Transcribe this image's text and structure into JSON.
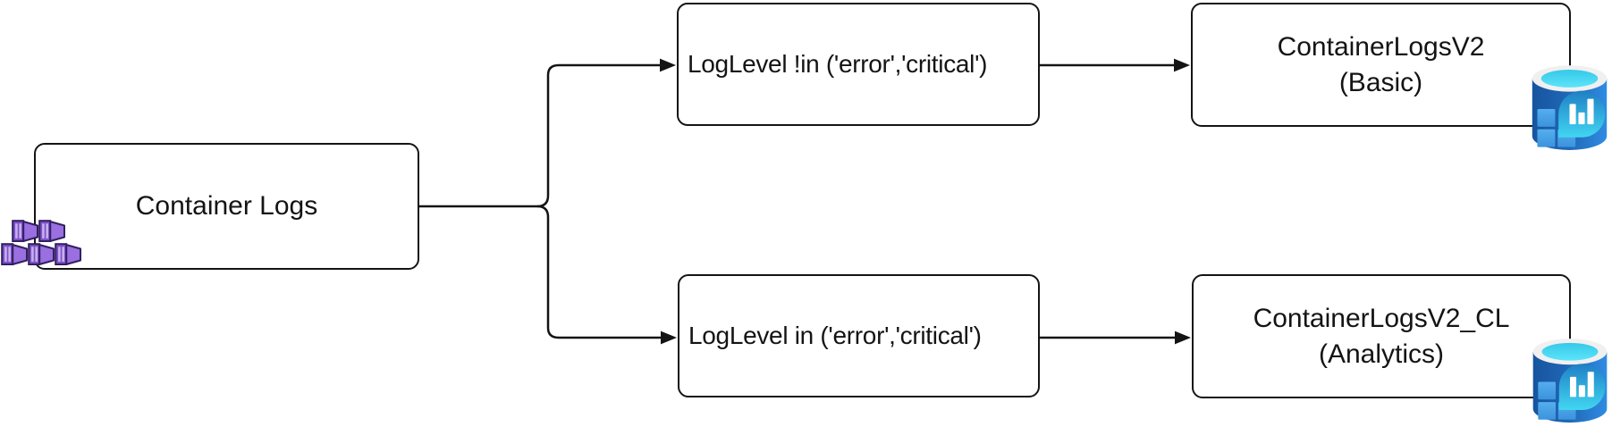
{
  "diagram": {
    "source": {
      "label": "Container Logs",
      "icon": "container-instances-icon"
    },
    "filters": [
      {
        "label": "LogLevel !in ('error','critical')"
      },
      {
        "label": "LogLevel in ('error','critical')"
      }
    ],
    "destinations": [
      {
        "label": "ContainerLogsV2",
        "sublabel": "(Basic)",
        "icon": "log-analytics-icon"
      },
      {
        "label": "ContainerLogsV2_CL",
        "sublabel": "(Analytics)",
        "icon": "log-analytics-icon"
      }
    ],
    "colors": {
      "line": "#141414",
      "box_border": "#141414",
      "box_fill": "#ffffff",
      "container_icon_front": "#7e52c8",
      "container_icon_side": "#9a6fe0",
      "container_icon_stripe": "#c7aff0",
      "container_icon_outline": "#31205f",
      "db_body_left": "#17549e",
      "db_body_right": "#2f8ce2",
      "db_rim": "#f0f0f0",
      "db_inner_top": "#35c8e8",
      "db_inner_bottom": "#5ce4fb",
      "db_bubble_top": "#1f7fc4",
      "db_bubble_bottom": "#41d6f2",
      "db_squares": "#4aa2e8",
      "db_bars": "#ffffff"
    }
  }
}
